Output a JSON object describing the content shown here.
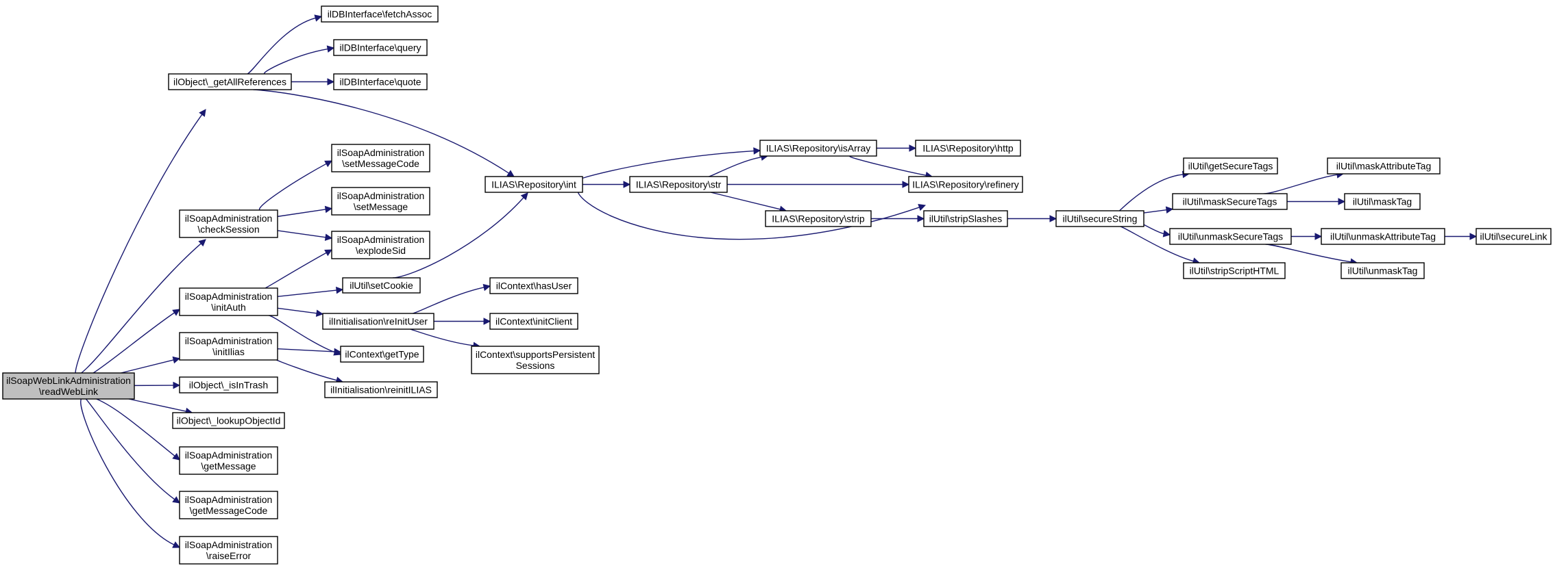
{
  "diagram": {
    "type": "call-graph",
    "colors": {
      "edge": "#191970",
      "node_fill": "#ffffff",
      "root_fill": "#bfbfbf",
      "border": "#000000"
    },
    "nodes": [
      {
        "id": "root",
        "lines": [
          "ilSoapWebLinkAdministration",
          "\\readWebLink"
        ],
        "root": true
      },
      {
        "id": "getAllRefs",
        "lines": [
          "ilObject\\_getAllReferences"
        ]
      },
      {
        "id": "fetchAssoc",
        "lines": [
          "ilDBInterface\\fetchAssoc"
        ]
      },
      {
        "id": "query",
        "lines": [
          "ilDBInterface\\query"
        ]
      },
      {
        "id": "quote",
        "lines": [
          "ilDBInterface\\quote"
        ]
      },
      {
        "id": "checkSession",
        "lines": [
          "ilSoapAdministration",
          "\\checkSession"
        ]
      },
      {
        "id": "setMessageCode",
        "lines": [
          "ilSoapAdministration",
          "\\setMessageCode"
        ]
      },
      {
        "id": "setMessage",
        "lines": [
          "ilSoapAdministration",
          "\\setMessage"
        ]
      },
      {
        "id": "explodeSid",
        "lines": [
          "ilSoapAdministration",
          "\\explodeSid"
        ]
      },
      {
        "id": "initAuth",
        "lines": [
          "ilSoapAdministration",
          "\\initAuth"
        ]
      },
      {
        "id": "setCookie",
        "lines": [
          "ilUtil\\setCookie"
        ]
      },
      {
        "id": "reInitUser",
        "lines": [
          "ilInitialisation\\reInitUser"
        ]
      },
      {
        "id": "hasUser",
        "lines": [
          "ilContext\\hasUser"
        ]
      },
      {
        "id": "initClient",
        "lines": [
          "ilContext\\initClient"
        ]
      },
      {
        "id": "supportsPersistent",
        "lines": [
          "ilContext\\supportsPersistent",
          "Sessions"
        ]
      },
      {
        "id": "initIlias",
        "lines": [
          "ilSoapAdministration",
          "\\initIlias"
        ]
      },
      {
        "id": "getType",
        "lines": [
          "ilContext\\getType"
        ]
      },
      {
        "id": "reinitILIAS",
        "lines": [
          "ilInitialisation\\reinitILIAS"
        ]
      },
      {
        "id": "isInTrash",
        "lines": [
          "ilObject\\_isInTrash"
        ]
      },
      {
        "id": "lookupObjectId",
        "lines": [
          "ilObject\\_lookupObjectId"
        ]
      },
      {
        "id": "getMessage",
        "lines": [
          "ilSoapAdministration",
          "\\getMessage"
        ]
      },
      {
        "id": "getMessageCode",
        "lines": [
          "ilSoapAdministration",
          "\\getMessageCode"
        ]
      },
      {
        "id": "raiseError",
        "lines": [
          "ilSoapAdministration",
          "\\raiseError"
        ]
      },
      {
        "id": "repoInt",
        "lines": [
          "ILIAS\\Repository\\int"
        ]
      },
      {
        "id": "repoStr",
        "lines": [
          "ILIAS\\Repository\\str"
        ]
      },
      {
        "id": "isArray",
        "lines": [
          "ILIAS\\Repository\\isArray"
        ]
      },
      {
        "id": "http",
        "lines": [
          "ILIAS\\Repository\\http"
        ]
      },
      {
        "id": "refinery",
        "lines": [
          "ILIAS\\Repository\\refinery"
        ]
      },
      {
        "id": "strip",
        "lines": [
          "ILIAS\\Repository\\strip"
        ]
      },
      {
        "id": "stripSlashes",
        "lines": [
          "ilUtil\\stripSlashes"
        ]
      },
      {
        "id": "secureString",
        "lines": [
          "ilUtil\\secureString"
        ]
      },
      {
        "id": "getSecureTags",
        "lines": [
          "ilUtil\\getSecureTags"
        ]
      },
      {
        "id": "maskSecureTags",
        "lines": [
          "ilUtil\\maskSecureTags"
        ]
      },
      {
        "id": "unmaskSecureTags",
        "lines": [
          "ilUtil\\unmaskSecureTags"
        ]
      },
      {
        "id": "stripScriptHTML",
        "lines": [
          "ilUtil\\stripScriptHTML"
        ]
      },
      {
        "id": "maskAttributeTag",
        "lines": [
          "ilUtil\\maskAttributeTag"
        ]
      },
      {
        "id": "maskTag",
        "lines": [
          "ilUtil\\maskTag"
        ]
      },
      {
        "id": "unmaskAttributeTag",
        "lines": [
          "ilUtil\\unmaskAttributeTag"
        ]
      },
      {
        "id": "unmaskTag",
        "lines": [
          "ilUtil\\unmaskTag"
        ]
      },
      {
        "id": "secureLink",
        "lines": [
          "ilUtil\\secureLink"
        ]
      }
    ],
    "edges": [
      [
        "root",
        "getAllRefs"
      ],
      [
        "root",
        "checkSession"
      ],
      [
        "root",
        "initAuth"
      ],
      [
        "root",
        "initIlias"
      ],
      [
        "root",
        "isInTrash"
      ],
      [
        "root",
        "lookupObjectId"
      ],
      [
        "root",
        "getMessage"
      ],
      [
        "root",
        "getMessageCode"
      ],
      [
        "root",
        "raiseError"
      ],
      [
        "getAllRefs",
        "fetchAssoc"
      ],
      [
        "getAllRefs",
        "query"
      ],
      [
        "getAllRefs",
        "quote"
      ],
      [
        "getAllRefs",
        "repoInt"
      ],
      [
        "checkSession",
        "setMessageCode"
      ],
      [
        "checkSession",
        "setMessage"
      ],
      [
        "checkSession",
        "explodeSid"
      ],
      [
        "initAuth",
        "explodeSid"
      ],
      [
        "initAuth",
        "setCookie"
      ],
      [
        "initAuth",
        "reInitUser"
      ],
      [
        "initAuth",
        "getType"
      ],
      [
        "initIlias",
        "getType"
      ],
      [
        "initIlias",
        "reinitILIAS"
      ],
      [
        "setCookie",
        "repoInt"
      ],
      [
        "reInitUser",
        "hasUser"
      ],
      [
        "reInitUser",
        "initClient"
      ],
      [
        "reInitUser",
        "supportsPersistent"
      ],
      [
        "repoInt",
        "isArray"
      ],
      [
        "repoInt",
        "repoStr"
      ],
      [
        "repoInt",
        "refinery"
      ],
      [
        "repoStr",
        "isArray"
      ],
      [
        "repoStr",
        "refinery"
      ],
      [
        "repoStr",
        "strip"
      ],
      [
        "isArray",
        "http"
      ],
      [
        "isArray",
        "refinery"
      ],
      [
        "strip",
        "stripSlashes"
      ],
      [
        "stripSlashes",
        "secureString"
      ],
      [
        "secureString",
        "getSecureTags"
      ],
      [
        "secureString",
        "maskSecureTags"
      ],
      [
        "secureString",
        "unmaskSecureTags"
      ],
      [
        "secureString",
        "stripScriptHTML"
      ],
      [
        "maskSecureTags",
        "maskAttributeTag"
      ],
      [
        "maskSecureTags",
        "maskTag"
      ],
      [
        "unmaskSecureTags",
        "unmaskAttributeTag"
      ],
      [
        "unmaskSecureTags",
        "unmaskTag"
      ],
      [
        "unmaskAttributeTag",
        "secureLink"
      ]
    ]
  }
}
